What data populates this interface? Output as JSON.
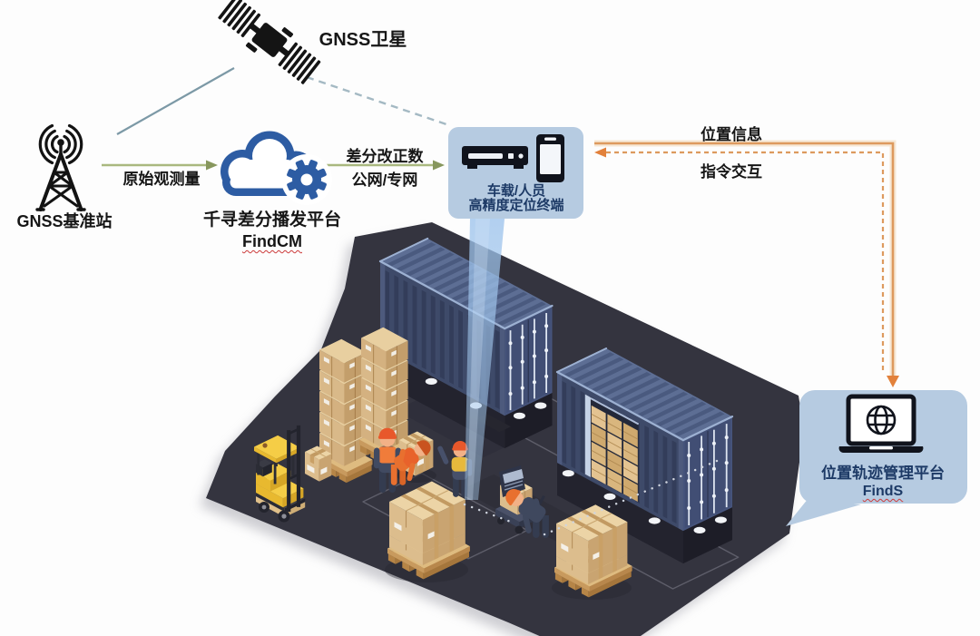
{
  "background": "#fdfdfd",
  "nodes": {
    "satellite": {
      "label": "GNSS卫星",
      "icon": "satellite-icon"
    },
    "base_station": {
      "label": "GNSS基准站",
      "icon": "radio-tower-icon"
    },
    "broadcast_platform": {
      "name": "千寻差分播发平台",
      "product": "FindCM",
      "icon": "cloud-gear-icon",
      "color": "#2d5ca3"
    },
    "terminal": {
      "line1": "车载/人员",
      "line2": "高精度定位终端",
      "icons": [
        "gnss-receiver-icon",
        "smartphone-icon"
      ],
      "bg": "#b6cbe1",
      "text_color": "#1d3a66"
    },
    "management_platform": {
      "name": "位置轨迹管理平台",
      "product": "FindS",
      "icon": "laptop-globe-icon",
      "bg": "#b6cbe1",
      "text_color": "#1d3a66"
    }
  },
  "edges": {
    "station_to_cloud": {
      "label": "原始观测量",
      "color": "#a9b87f",
      "style": "solid-arrow"
    },
    "cloud_to_terminal": {
      "label_top": "差分改正数",
      "label_bottom": "公网/专网",
      "color": "#a9b87f",
      "style": "solid-arrow"
    },
    "terminal_to_platform": {
      "label": "位置信息",
      "color": "#dd9a5e",
      "style": "solid-arrow"
    },
    "platform_to_terminal": {
      "label": "指令交互",
      "color": "#dd9a5e",
      "style": "dashed-arrow"
    },
    "station_to_satellite": {
      "color": "#7c99a6",
      "style": "solid"
    },
    "satellite_to_terminal": {
      "color": "#a4b9c3",
      "style": "dashed"
    }
  },
  "scene": {
    "platform_color": "#34343f",
    "container_color": "#3e4a69",
    "box_color": "#dcbd8d",
    "forklift_color": "#e8b92f",
    "vest_color": "#f07c3a",
    "beam_color": "#9dc3ec"
  }
}
